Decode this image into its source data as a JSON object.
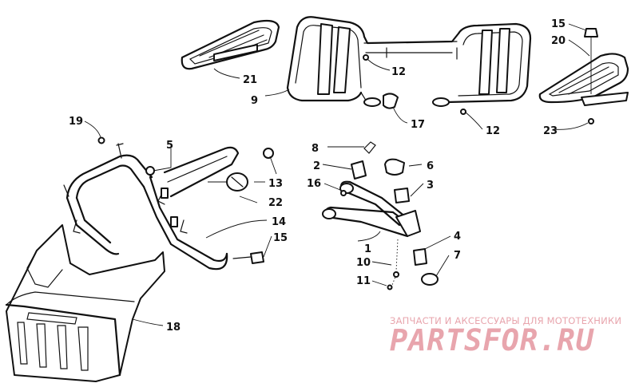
{
  "callouts": [
    {
      "id": "c1",
      "label": "1"
    },
    {
      "id": "c2",
      "label": "2"
    },
    {
      "id": "c3",
      "label": "3"
    },
    {
      "id": "c4",
      "label": "4"
    },
    {
      "id": "c5",
      "label": "5"
    },
    {
      "id": "c6",
      "label": "6"
    },
    {
      "id": "c7",
      "label": "7"
    },
    {
      "id": "c8",
      "label": "8"
    },
    {
      "id": "c9",
      "label": "9"
    },
    {
      "id": "c10",
      "label": "10"
    },
    {
      "id": "c11",
      "label": "11"
    },
    {
      "id": "c12a",
      "label": "12"
    },
    {
      "id": "c12b",
      "label": "12"
    },
    {
      "id": "c13",
      "label": "13"
    },
    {
      "id": "c14",
      "label": "14"
    },
    {
      "id": "c15a",
      "label": "15"
    },
    {
      "id": "c15b",
      "label": "15"
    },
    {
      "id": "c16",
      "label": "16"
    },
    {
      "id": "c17",
      "label": "17"
    },
    {
      "id": "c18",
      "label": "18"
    },
    {
      "id": "c19",
      "label": "19"
    },
    {
      "id": "c20",
      "label": "20"
    },
    {
      "id": "c21",
      "label": "21"
    },
    {
      "id": "c22",
      "label": "22"
    },
    {
      "id": "c23",
      "label": "23"
    }
  ],
  "watermark": {
    "subtitle": "ЗАПЧАСТИ И АКСЕССУАРЫ ДЛЯ МОТОТЕХНИКИ",
    "brand": "PARTSFOR.RU",
    "color": "#e8a5ad"
  }
}
